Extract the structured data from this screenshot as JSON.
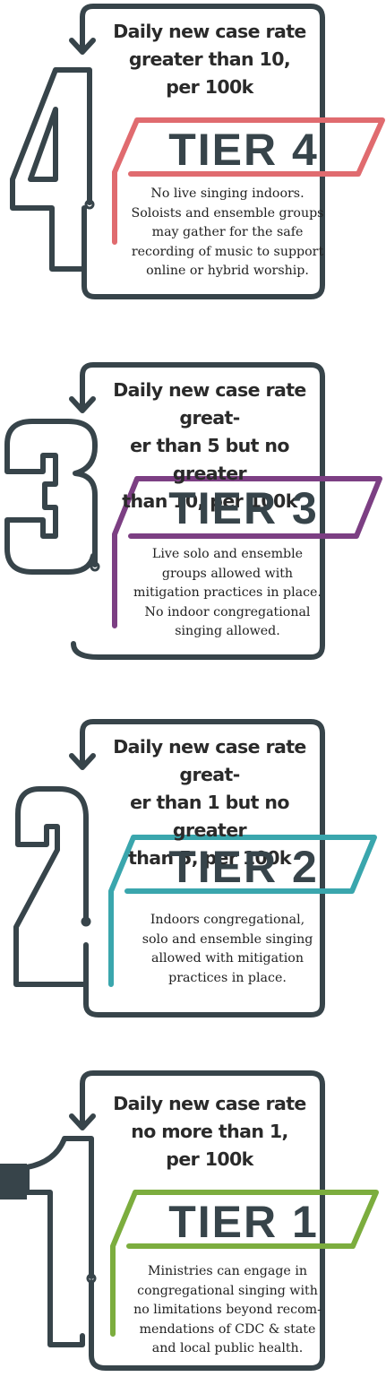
{
  "colors": {
    "outline": "#37444a",
    "tier4": "#e06b6f",
    "tier3": "#7c3f83",
    "tier2": "#3aa6ad",
    "tier1": "#7cad3e"
  },
  "tiers": [
    {
      "number": "4",
      "label": "TIER 4",
      "heading": "Daily new case rate\ngreater than 10,\nper 100k",
      "description": "No live singing indoors.\nSoloists and ensemble groups\nmay gather for the safe\nrecording of music to support\nonline or hybrid worship."
    },
    {
      "number": "3",
      "label": "TIER 3",
      "heading": "Daily new case rate great-\ner than 5 but no greater\nthan 10, per 100k",
      "description": "Live solo and ensemble\ngroups allowed with\nmitigation practices in place.\nNo indoor congregational\nsinging allowed."
    },
    {
      "number": "2",
      "label": "TIER 2",
      "heading": "Daily new case rate great-\ner than 1 but no greater\nthan 5, per 100k",
      "description": "Indoors congregational,\nsolo and ensemble singing\nallowed with mitigation\npractices in place."
    },
    {
      "number": "1",
      "label": "TIER 1",
      "heading": "Daily new case rate\nno more than 1,\nper 100k",
      "description": "Ministries can engage in\ncongregational singing with\nno limitations beyond recom-\nmendations of CDC & state\nand local public health."
    }
  ]
}
